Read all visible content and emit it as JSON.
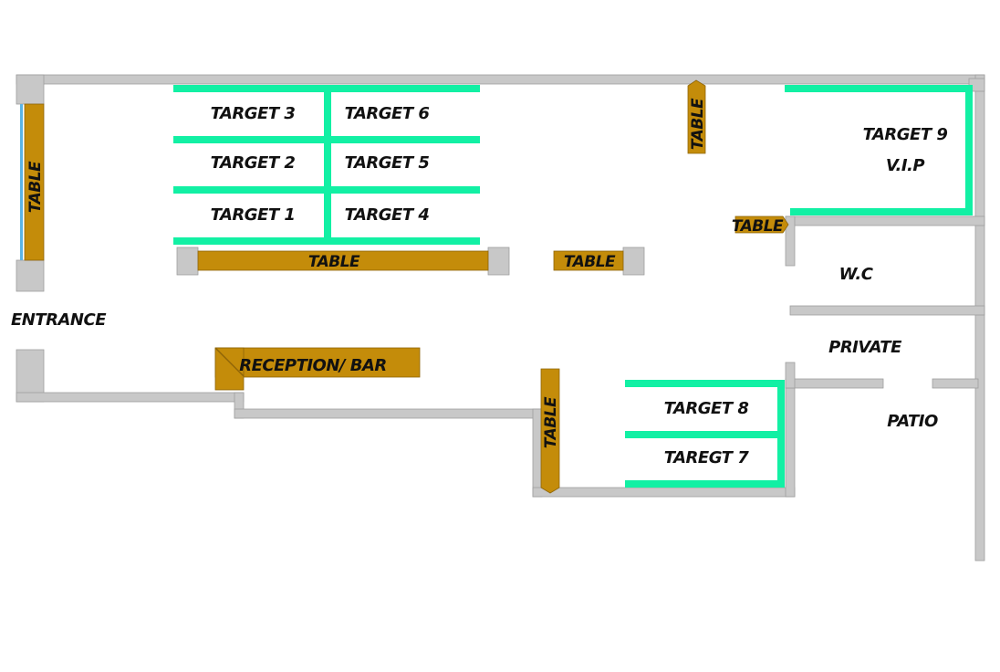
{
  "colors": {
    "wall": "#c8c8c8",
    "wall_edge": "#9e9e9e",
    "table": "#c48c0a",
    "table_edge": "#8f6508",
    "booth": "#12f0a4",
    "window": "#5ab4e6",
    "text": "#111111"
  },
  "labels": {
    "entrance": "ENTRANCE",
    "reception_bar": "RECEPTION/ BAR",
    "target_1": "TARGET 1",
    "target_2": "TARGET 2",
    "target_3": "TARGET 3",
    "target_4": "TARGET 4",
    "target_5": "TARGET 5",
    "target_6": "TARGET 6",
    "target_7": "TAREGT 7",
    "target_8": "TARGET 8",
    "target_9": "TARGET 9",
    "vip": "V.I.P",
    "wc": "W.C",
    "private": "PRIVATE",
    "patio": "PATIO",
    "table": "TABLE"
  }
}
